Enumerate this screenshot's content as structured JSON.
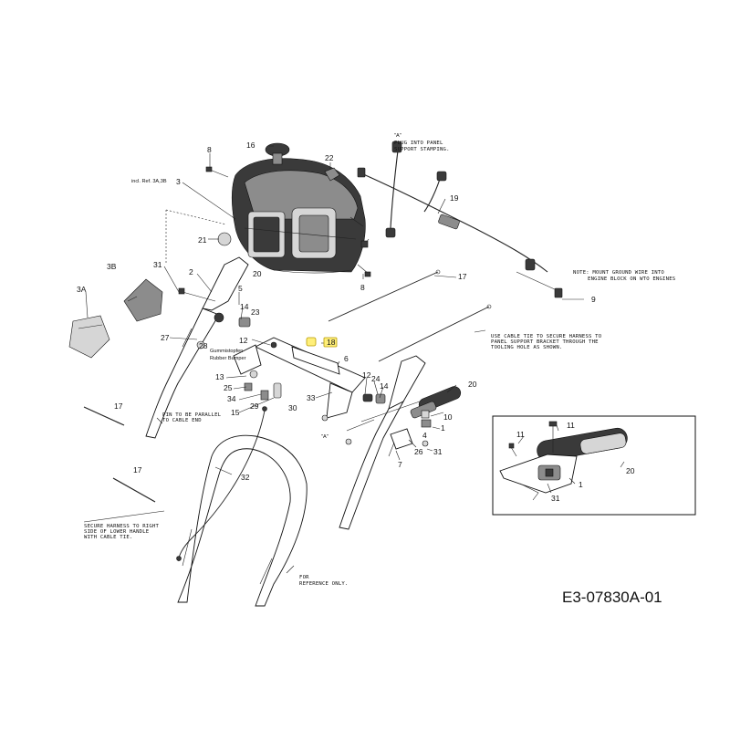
{
  "part_numbers": {
    "p16": "16",
    "p22": "22",
    "p8a": "8",
    "p3": "3",
    "p21": "21",
    "p8b": "8",
    "p19": "19",
    "p17a": "17",
    "p9": "9",
    "p3b": "3B",
    "p3a": "3A",
    "p31a": "31",
    "p2": "2",
    "p20a": "20",
    "p5": "5",
    "p14a": "14",
    "p23": "23",
    "p27": "27",
    "p28": "28",
    "p12a": "12",
    "p18": "18",
    "p13": "13",
    "p25": "25",
    "p34": "34",
    "p15": "15",
    "p29": "29",
    "p30": "30",
    "p33": "33",
    "p6": "6",
    "p12b": "12",
    "p24": "24",
    "p14b": "14",
    "p20b": "20",
    "p10": "10",
    "p1a": "1",
    "p17b": "17",
    "p17c": "17",
    "p32": "32",
    "p26": "26",
    "p31b": "31",
    "p7": "7",
    "p4": "4",
    "p11a": "11",
    "p11b": "11",
    "p20c": "20",
    "p1b": "1",
    "p31c": "31"
  },
  "labels": {
    "incl_ref": "incl. Ref. 3A,3B",
    "rubber_bumper_1": "Gummistopfen",
    "rubber_bumper_2": "Rubber Bumper",
    "a_mark_1": "\"A\"",
    "a_mark_2": "\"A\""
  },
  "notes": {
    "plug_1": "PLUG INTO PANEL",
    "plug_2": "SUPPORT STAMPING.",
    "ground_1": "NOTE: MOUNT GROUND WIRE INTO",
    "ground_2": "ENGINE BLOCK ON WTO ENGINES",
    "cable_tie_1": "USE CABLE TIE TO SECURE HARNESS TO",
    "cable_tie_2": "PANEL SUPPORT BRACKET THROUGH THE",
    "cable_tie_3": "TOOLING HOLE AS SHOWN.",
    "pin_1": "PIN TO BE PARALLEL",
    "pin_2": "TO CABLE END",
    "harness_1": "SECURE HARNESS TO RIGHT",
    "harness_2": "SIDE OF LOWER HANDLE",
    "harness_3": "WITH CABLE TIE.",
    "ref_1": "FOR",
    "ref_2": "REFERENCE ONLY."
  },
  "document_id": "E3-07830A-01",
  "colors": {
    "highlight": "#ffef7a",
    "ink": "#111111"
  }
}
